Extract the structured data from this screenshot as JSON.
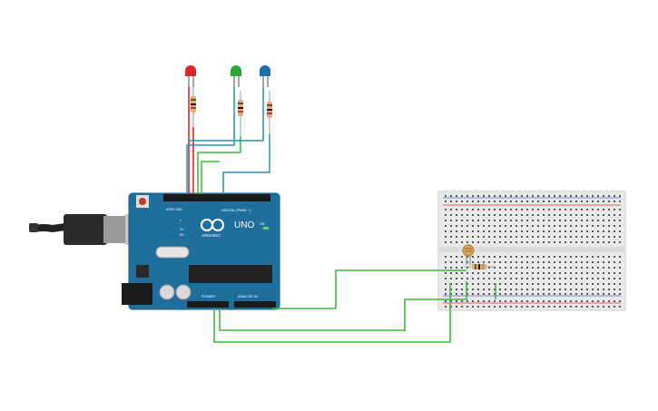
{
  "arduino": {
    "brand": "ARDUINO",
    "model": "UNO",
    "digital_label": "DIGITAL (PWM ~)",
    "power_label": "POWER",
    "analog_label": "ANALOG IN",
    "aref_label": "AREF",
    "gnd_label": "GND",
    "tx_label": "TX",
    "rx_label": "RX",
    "on_label": "ON",
    "l_label": "L",
    "board_color": "#1f6f9d"
  },
  "leds": [
    {
      "name": "red-led",
      "color": "#d82a2a"
    },
    {
      "name": "green-led",
      "color": "#27a835"
    },
    {
      "name": "blue-led",
      "color": "#1f6fa8"
    }
  ],
  "wire_colors": {
    "red": "#d81c1c",
    "green": "#3cb83c",
    "blue": "#2a8fb8"
  },
  "breadboard": {
    "rail_red": "#d33b3b",
    "rail_blue": "#3b6fd3"
  }
}
